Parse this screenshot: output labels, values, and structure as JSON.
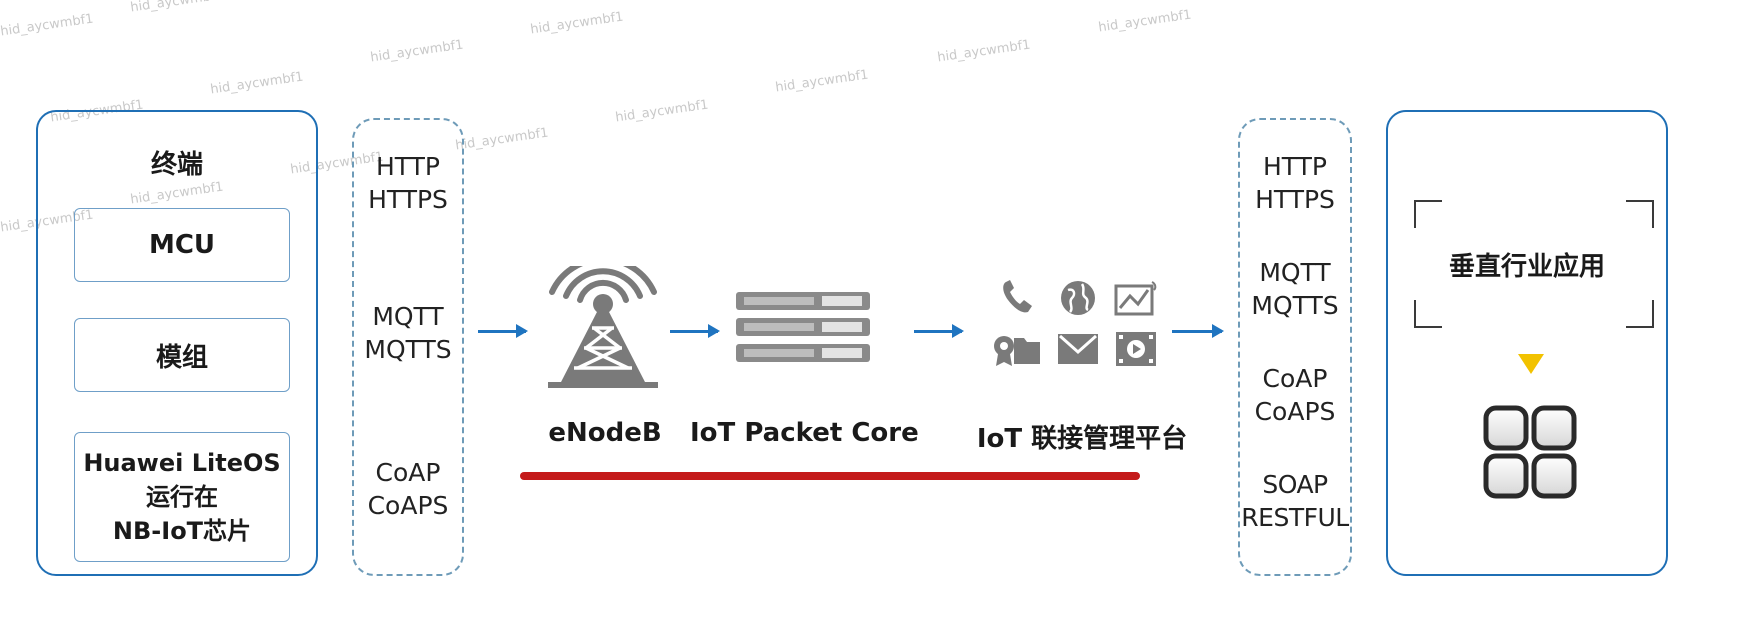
{
  "watermark": "hid_aycwmbf1",
  "terminal": {
    "title": "终端",
    "boxes": [
      "MCU",
      "模组"
    ],
    "liteos_lines": [
      "Huawei LiteOS",
      "运行在",
      "NB-IoT芯片"
    ]
  },
  "left_protocols": [
    [
      "HTTP",
      "HTTPS"
    ],
    [
      "MQTT",
      "MQTTS"
    ],
    [
      "CoAP",
      "CoAPS"
    ]
  ],
  "network": {
    "enodeb_label": "eNodeB",
    "packet_core_label": "IoT Packet Core",
    "platform_label": "IoT 联接管理平台"
  },
  "right_protocols": [
    [
      "HTTP",
      "HTTPS"
    ],
    [
      "MQTT",
      "MQTTS"
    ],
    [
      "CoAP",
      "CoAPS"
    ],
    [
      "SOAP",
      "RESTFUL"
    ]
  ],
  "vertical": {
    "title": "垂直行业应用"
  },
  "colors": {
    "panel_border": "#1f6fb5",
    "arrow": "#1f74c0",
    "red_line": "#c41a1a",
    "triangle": "#f2c200",
    "icon_gray": "#7a7a7a"
  }
}
